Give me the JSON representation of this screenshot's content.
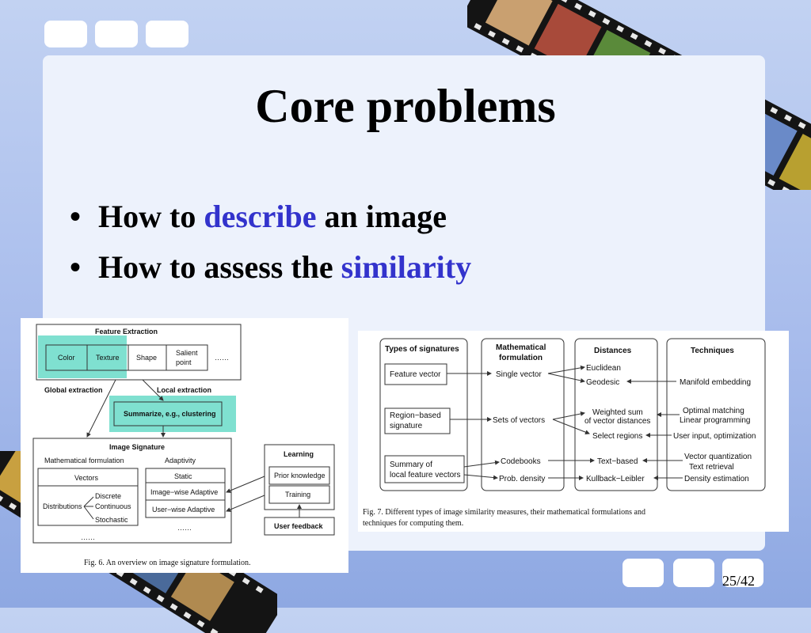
{
  "slide": {
    "title": "Core problems",
    "bullets": [
      {
        "pre": "How to ",
        "highlight": "describe",
        "post": " an image"
      },
      {
        "pre": "How to assess the ",
        "highlight": "similarity",
        "post": ""
      }
    ],
    "page_number": "25/42",
    "accent_color": "#3333cc"
  },
  "fig6": {
    "feature_extraction": "Feature Extraction",
    "color": "Color",
    "texture": "Texture",
    "shape": "Shape",
    "salient_1": "Salient",
    "salient_2": "point",
    "ellipsis": "……",
    "global_extraction": "Global extraction",
    "local_extraction": "Local extraction",
    "summarize": "Summarize, e.g., clustering",
    "image_signature": "Image Signature",
    "math_formulation": "Mathematical formulation",
    "adaptivity": "Adaptivity",
    "vectors": "Vectors",
    "distributions": "Distributions",
    "discrete": "Discrete",
    "continuous": "Continuous",
    "stochastic": "Stochastic",
    "static": "Static",
    "image_wise": "Image−wise Adaptive",
    "user_wise": "User−wise Adaptive",
    "learning": "Learning",
    "prior_knowledge": "Prior knowledge",
    "training": "Training",
    "user_feedback": "User feedback",
    "caption": "Fig. 6.   An overview on image signature formulation."
  },
  "fig7": {
    "types_header": "Types of signatures",
    "math_header_1": "Mathematical",
    "math_header_2": "formulation",
    "distances_header": "Distances",
    "techniques_header": "Techniques",
    "feature_vector": "Feature vector",
    "region_1": "Region−based",
    "region_2": "signature",
    "summary_1": "Summary of",
    "summary_2": "local feature vectors",
    "single_vector": "Single vector",
    "sets_of_vectors": "Sets of vectors",
    "codebooks": "Codebooks",
    "prob_density": "Prob. density",
    "euclidean": "Euclidean",
    "geodesic": "Geodesic",
    "weighted_sum_1": "Weighted sum",
    "weighted_sum_2": "of vector distances",
    "select_regions": "Select regions",
    "text_based": "Text−based",
    "kullback": "Kullback−Leibler",
    "manifold": "Manifold embedding",
    "optimal_matching": "Optimal matching",
    "linear_programming": "Linear programming",
    "user_input": "User input, optimization",
    "vector_quantization": "Vector quantization",
    "text_retrieval": "Text retrieval",
    "density_estimation": "Density estimation",
    "caption_1": "Fig. 7.   Different types of image similarity measures, their mathematical formulations and",
    "caption_2": "techniques for computing them."
  }
}
